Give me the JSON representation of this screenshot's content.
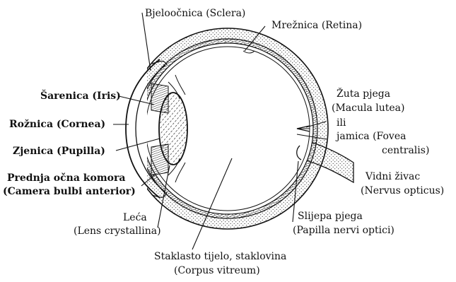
{
  "labels": {
    "sclera": "Bjeloočnica (Sclera)",
    "retina": "Mrežnica (Retina)",
    "iris": "Šarenica (Iris)",
    "cornea": "Rožnica (Cornea)",
    "pupil": "Zjenica (Pupilla)",
    "chamber_1": "Prednja očna komora",
    "chamber_2": "(Camera bulbi anterior)",
    "lens_1": "Leća",
    "lens_2": "(Lens crystallina)",
    "vitreous_1": "Staklasto tijelo, staklovina",
    "vitreous_2": "(Corpus vitreum)",
    "blind_spot_1": "Slijepa pjega",
    "blind_spot_2": "(Papilla nervi optici)",
    "optic_nerve_1": "Vidni živac",
    "optic_nerve_2": "(Nervus opticus)",
    "macula_1": "Žuta pjega",
    "macula_2": "(Macula lutea)",
    "macula_3": "ili",
    "macula_4": "jamica (Fovea",
    "macula_5": "centralis)"
  },
  "colors": {
    "ink": "#111111",
    "paper": "#ffffff"
  }
}
